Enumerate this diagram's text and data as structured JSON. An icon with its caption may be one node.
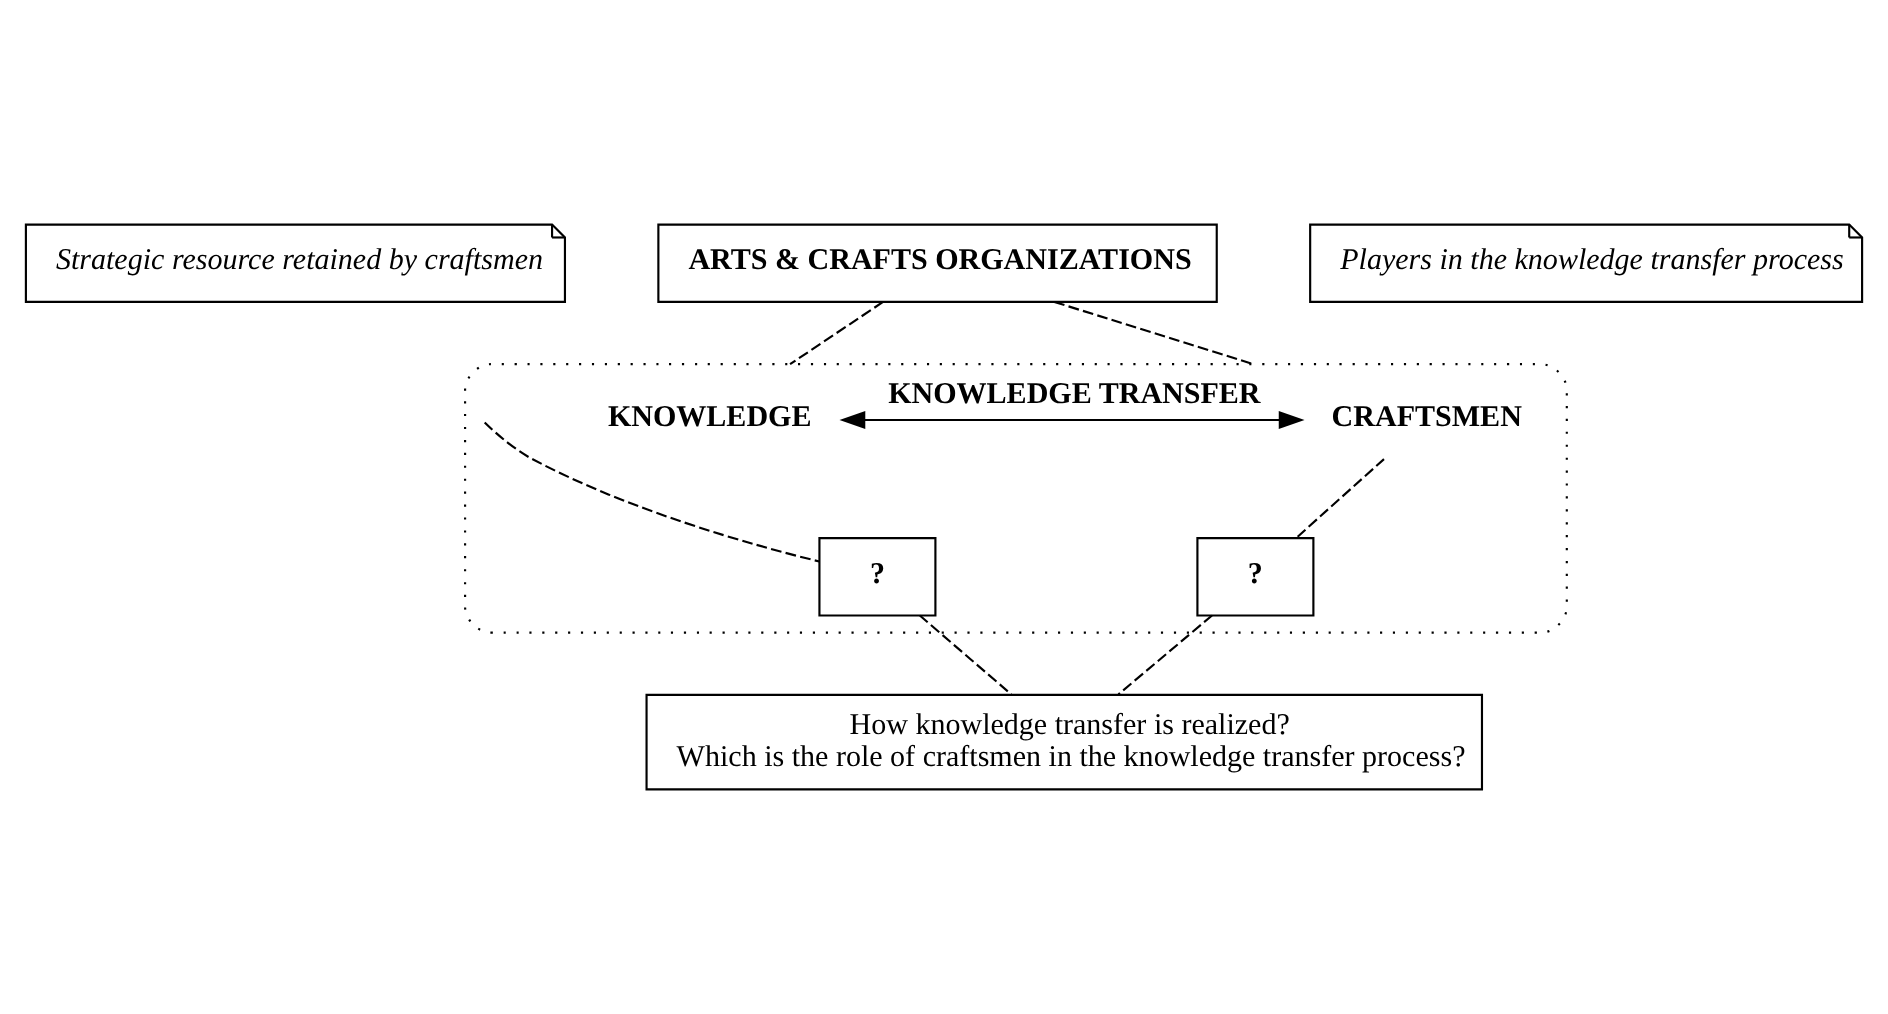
{
  "diagram": {
    "nodes": [
      {
        "text": [
          "ARTS & CRAFTS ORGANIZATIONS"
        ]
      },
      {
        "text": [],
        "shape": "ellipse"
      },
      {
        "text": [
          "Strategic resource retained by craftsmen"
        ]
      },
      {
        "text": [
          "Players in the knowledge transfer process"
        ]
      },
      {
        "text": [
          "KNOWLEDGE"
        ],
        "in": 1
      },
      {
        "text": [
          "CRAFTSMEN"
        ],
        "in": 1
      },
      {
        "text": [
          "?"
        ],
        "in": 1
      },
      {
        "text": [
          "?"
        ],
        "in": 1
      },
      {
        "text": [
          "How knowledge transfer is realized?",
          "Which is the role of craftsmen in the knowledge transfer process?"
        ]
      }
    ],
    "edges": [
      {
        "from": 0,
        "to": 1,
        "arrow": "none",
        "style": "dashed"
      },
      {
        "from": 0,
        "to": 1,
        "arrow": "none",
        "style": "dashed"
      },
      {
        "from": 4,
        "to": 5,
        "arrow": "both",
        "label": "KNOWLEDGE TRANSFER"
      },
      {
        "from": null,
        "to": 6,
        "arrow": "none",
        "style": "dashed"
      },
      {
        "from": 6,
        "to": 8,
        "arrow": "none",
        "style": "dashed"
      },
      {
        "from": 5,
        "to": 7,
        "arrow": "none",
        "style": "dashed"
      },
      {
        "from": 7,
        "to": 8,
        "arrow": "none",
        "style": "dashed"
      }
    ]
  }
}
